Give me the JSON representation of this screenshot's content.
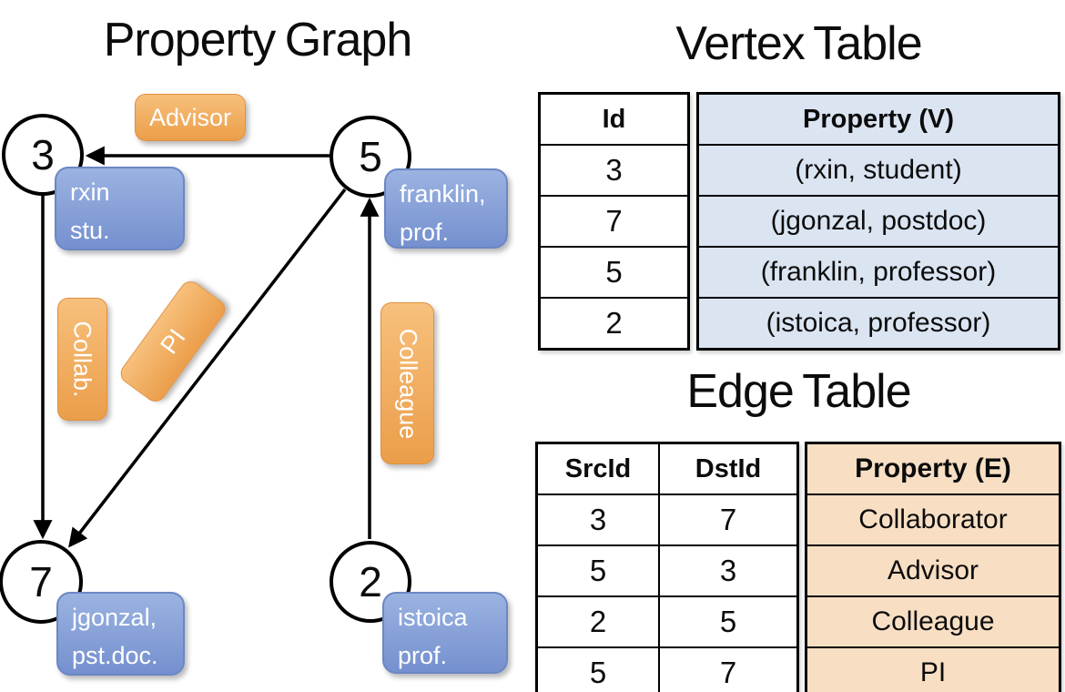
{
  "titles": {
    "graph": "Property Graph",
    "vertex": "Vertex Table",
    "edge": "Edge Table"
  },
  "graph": {
    "nodes": [
      {
        "id": "3",
        "prop1": "rxin",
        "prop2": "stu."
      },
      {
        "id": "5",
        "prop1": "franklin,",
        "prop2": "prof."
      },
      {
        "id": "7",
        "prop1": "jgonzal,",
        "prop2": "pst.doc."
      },
      {
        "id": "2",
        "prop1": "istoica",
        "prop2": "prof."
      }
    ],
    "edge_labels": {
      "advisor": "Advisor",
      "collab": "Collab.",
      "pi": "PI",
      "colleague": "Colleague"
    }
  },
  "vertex_table": {
    "headers": {
      "id": "Id",
      "property": "Property (V)"
    },
    "rows": [
      {
        "id": "3",
        "property": "(rxin, student)"
      },
      {
        "id": "7",
        "property": "(jgonzal, postdoc)"
      },
      {
        "id": "5",
        "property": "(franklin, professor)"
      },
      {
        "id": "2",
        "property": "(istoica, professor)"
      }
    ]
  },
  "edge_table": {
    "headers": {
      "src": "SrcId",
      "dst": "DstId",
      "property": "Property (E)"
    },
    "rows": [
      {
        "src": "3",
        "dst": "7",
        "property": "Collaborator"
      },
      {
        "src": "5",
        "dst": "3",
        "property": "Advisor"
      },
      {
        "src": "2",
        "dst": "5",
        "property": "Colleague"
      },
      {
        "src": "5",
        "dst": "7",
        "property": "PI"
      }
    ]
  },
  "colors": {
    "vertex_cell_bg": "#dbe4f1",
    "edge_cell_bg": "#f8dfc4",
    "vertex_box_top": "#9bb3e1",
    "vertex_box_bottom": "#7590cf",
    "edge_box_top": "#f7c07c",
    "edge_box_bottom": "#eb9e4a",
    "box_text": "#ffffff",
    "line_color": "#000000"
  }
}
